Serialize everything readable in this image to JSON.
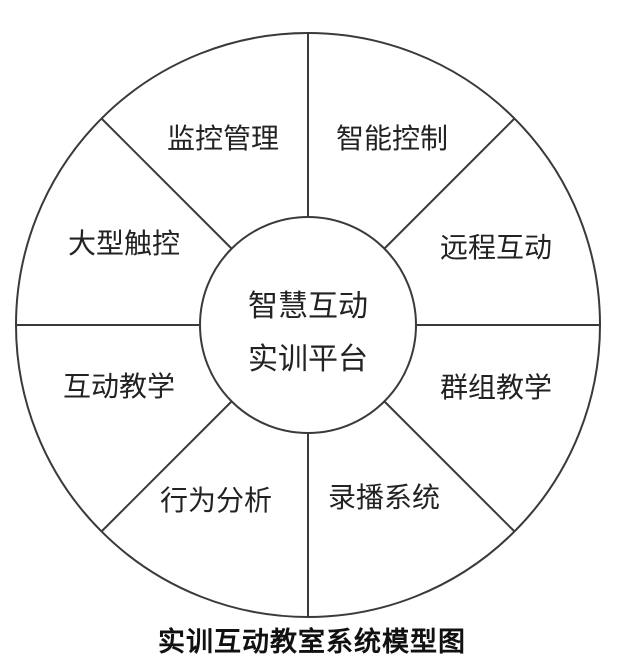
{
  "diagram": {
    "center_line1": "智慧互动",
    "center_line2": "实训平台",
    "segments": [
      {
        "label": "监控管理"
      },
      {
        "label": "智能控制"
      },
      {
        "label": "远程互动"
      },
      {
        "label": "群组教学"
      },
      {
        "label": "录播系统"
      },
      {
        "label": "行为分析"
      },
      {
        "label": "互动教学"
      },
      {
        "label": "大型触控"
      }
    ]
  },
  "caption": "实训互动教室系统模型图",
  "colors": {
    "line": "#3a3a3a",
    "text": "#222222",
    "background": "#ffffff"
  }
}
